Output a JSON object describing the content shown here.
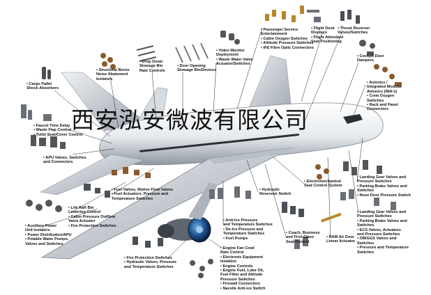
{
  "watermark": "西安泓安微波有限公司",
  "colors": {
    "fuselage": "#f2f4f6",
    "wing": "#c9ced4",
    "shadow": "#7e8690",
    "window": "#2a2f36",
    "leader": "#222222",
    "engine": "#1d4f8a"
  },
  "labels": {
    "cargo": "• Cargo Pallet\nShock Absorbers",
    "structural": "• Structural Borne\nNoise Abatement\nIsolators",
    "drop_down": "• Drop Down\nStowage Bin\nRate Controls",
    "door_opening": "• Door Opening\nStowage Bin/Devices",
    "video": "• Video Monitor\nDeployment\n• Waste Water Valve\nActuator/Switches",
    "passenger": "• Passenger Service\nEntertainment\n• Cabin Oxygen Switches\n• Altitude Pressure Switches\n• IFE Fibre Optic Connectors",
    "flight_deck": "• Flight Deck\nDisplays\n• Flight Attendant\nSeat Positioning",
    "thrust": "• Thrust Reverser\nValves/Switches",
    "cockpit": "• Cockpit Door\nDampers",
    "avionics": "• Avionics /\nIntegrated Modular\nAvionics (IMA's)\n• Crew Oxygen\nSwitches\n• Rack and Panel\nConnectors",
    "faucet": "• Faucet Time Delay\n• Waste Flap Control\n• Toilet Seat/Cover Control",
    "apu_valves": "• APU Valves, Switches\nand Connectors",
    "electromech": "• Electromechanical\nSeat Control System",
    "landing_gear": "• Landing Gear Valves and\nPressure Switches\n• Parking Brake Valves and\nSwitches\n• Nose Door Pressure Switch",
    "fuel_valves": "• Fuel Valves, Motive Flow Valves\n• Fuel Actuators, Pressure and\nTemperature Switches",
    "hydraulic_res": "• Hydraulic\nReservoir Switch",
    "life_raft": "• Life Raft Bin\nLowering Control\n• Cabin Pressure Outflow\nValve Actuator\n• Fire Protection Switches",
    "auxiliary": "• Auxiliary Power\nUnit Isolators\n• Power Distribution/APU\n• Potable Water Pumps,\nValves and Switches",
    "anti_ice": "• Anti-Ice Pressure\nand Temperature Switches\n• De-Ice Pressure and\nTemperature Switches\n• Fuel Pumps",
    "coach": "• Coach, Business\nand First Class\nSeat Control",
    "ram_air": "• RAM Air Door\nLinear Actuator",
    "landing_gear2": "• Landing Gear Valves and\nPressure Switches\n• Parking Brake Valves and\nSwitches\n• ECS Valves, Actuators\nand Pressure Switches\n• OBIGGS Valves and\nSwitches\n• Pressure and Temperature\nSwitches",
    "fire_protection": "• Fire Protection Switches\n• Hydraulic Valves, Pressure\nand Temperature Switches",
    "engine": "• Engine Fan Cowl\nRate Control\n• Electronic Equipment\nIsolation\n• Engine Controls\n• Engine Fuel, Lube Oil,\nFuel Filter and Altitude\nPressure Switches\n• Firewall Connectors\n• Nacelle Anti-ice Switch"
  }
}
